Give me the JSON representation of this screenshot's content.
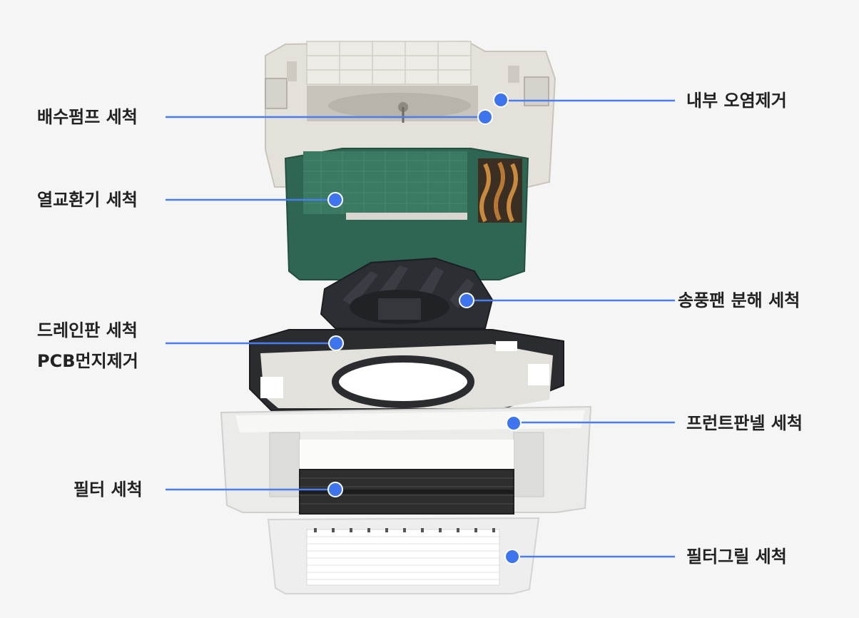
{
  "colors": {
    "background": "#f5f5f5",
    "callout_line": "#4a7ef0",
    "callout_dot": "#3f74ef",
    "label_text": "#222222",
    "unit_body": "#e6e3dc",
    "heat_exchanger": "#2f6a55",
    "fan": "#2c2f33",
    "drain_pan": "#2a2c30",
    "front_panel": "#e9e9e9",
    "filter": "#333333",
    "grille": "#f2f2f2"
  },
  "callouts": {
    "drain_pump": {
      "label": "배수펌프 세척"
    },
    "internal_contamination": {
      "label": "내부 오염제거"
    },
    "heat_exchanger": {
      "label": "열교환기 세척"
    },
    "blower_fan": {
      "label": "송풍팬 분해 세척"
    },
    "drain_pan_line1": {
      "label": "드레인판 세척"
    },
    "drain_pan_line2": {
      "label": "PCB먼지제거"
    },
    "front_panel": {
      "label": "프런트판넬 세척"
    },
    "filter": {
      "label": "필터 세척"
    },
    "filter_grille": {
      "label": "필터그릴 세척"
    }
  }
}
